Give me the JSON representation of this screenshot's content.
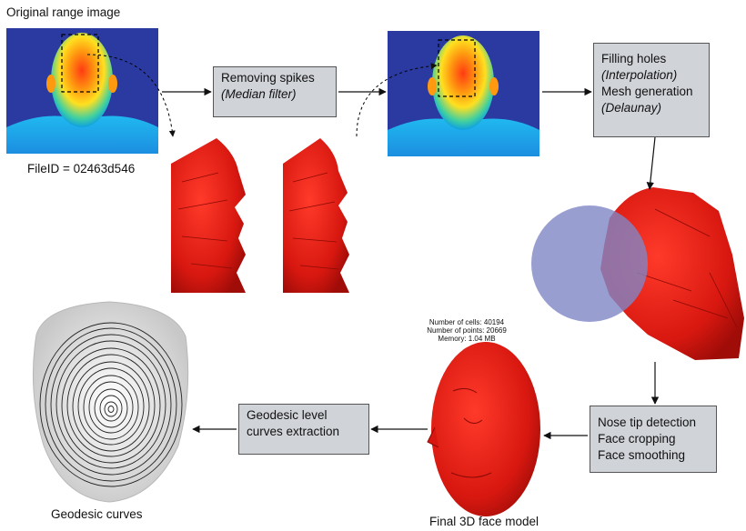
{
  "labels": {
    "original_range_image": "Original range image",
    "file_id": "FileID = 02463d546",
    "geodesic_curves": "Geodesic curves",
    "final_model": "Final 3D face model"
  },
  "boxes": {
    "spikes": {
      "line1": "Removing spikes",
      "line2": "(Median filter)"
    },
    "holes": {
      "line1": "Filling holes",
      "line2": "(Interpolation)",
      "line3": "Mesh generation",
      "line4": "(Delaunay)"
    },
    "nose": {
      "line1": "Nose tip detection",
      "line2": "Face cropping",
      "line3": "Face smoothing"
    },
    "geodesic": {
      "line1": "Geodesic level",
      "line2": "curves extraction"
    }
  },
  "stats": {
    "cells": "Number of cells: 40194",
    "points": "Number of points: 20669",
    "memory": "Memory: 1.04 MB"
  },
  "colors": {
    "box_fill": "#d0d3d8",
    "range_bg": "#2a3aa0",
    "mesh_red": "#e0201a",
    "sphere": "#7f86c6"
  }
}
